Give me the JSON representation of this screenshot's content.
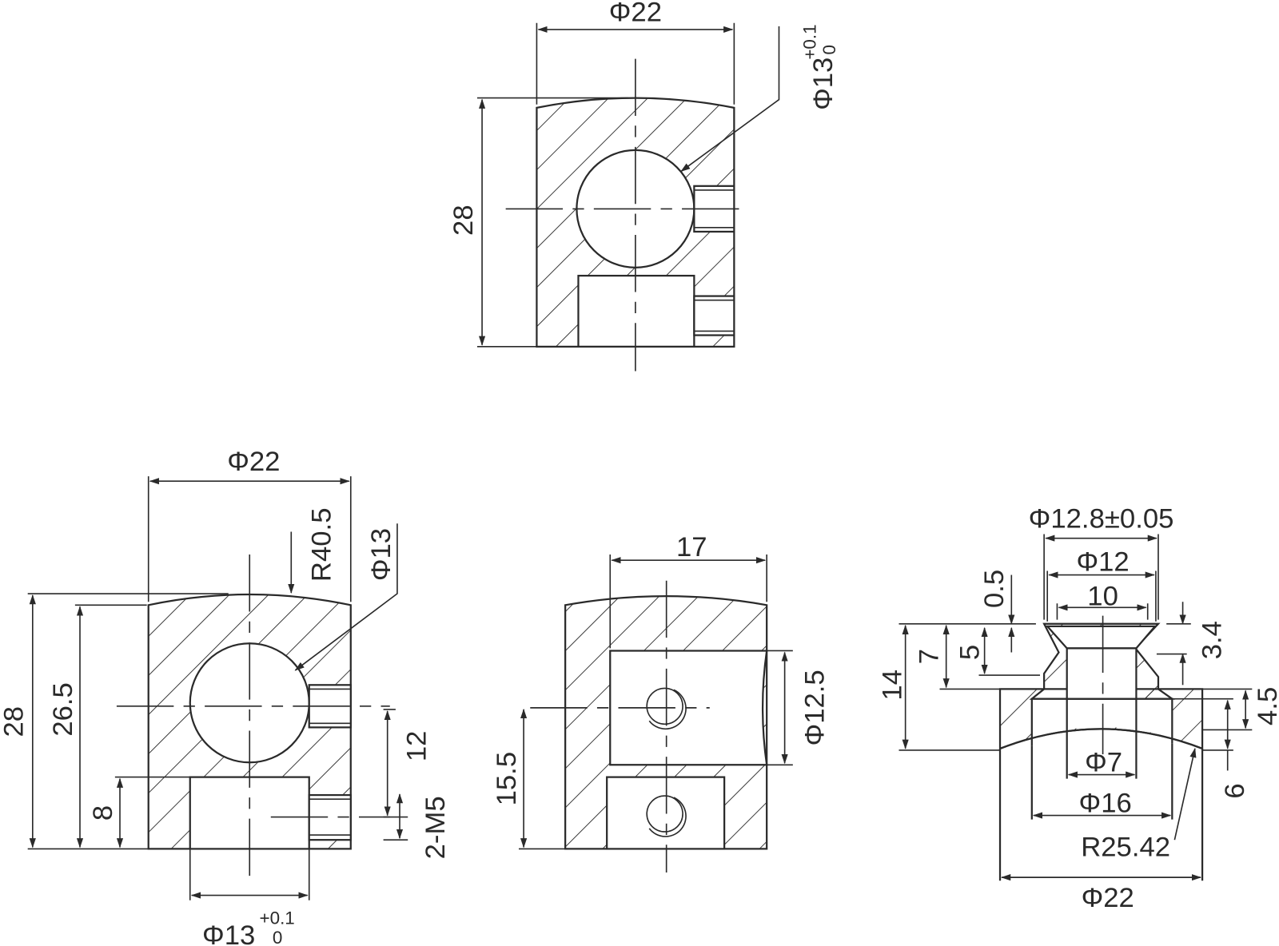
{
  "colors": {
    "line": "#2a2a2a",
    "background": "#ffffff"
  },
  "top_view": {
    "width_dim": "Φ22",
    "height_dim": "28",
    "bore_dim": "Φ13",
    "bore_tol_upper": "+0.1",
    "bore_tol_lower": "0"
  },
  "left_view": {
    "width_dim": "Φ22",
    "radius_dim": "R40.5",
    "bore_dim": "Φ13",
    "height_dim": "28",
    "height2_dim": "26.5",
    "pocket_height_dim": "8",
    "hole_spacing_dim": "12",
    "thread_dim": "2-M5",
    "pocket_dim": "Φ13",
    "pocket_tol_upper": "+0.1",
    "pocket_tol_lower": "0"
  },
  "middle_view": {
    "width_dim": "17",
    "bore_dim": "Φ12.5",
    "height_dim": "15.5"
  },
  "right_view": {
    "outer_top_dim": "Φ12.8±0.05",
    "top_dim": "Φ12",
    "inner_dim": "10",
    "lip_dim": "0.5",
    "height_dim": "14",
    "cone_height_dim": "7",
    "cone_inner_dim": "5",
    "groove_dim": "3.4",
    "flange_dim": "4.5",
    "depth_dim": "6",
    "bore_dim": "Φ7",
    "cavity_dim": "Φ16",
    "radius_dim": "R25.42",
    "base_dim": "Φ22"
  }
}
